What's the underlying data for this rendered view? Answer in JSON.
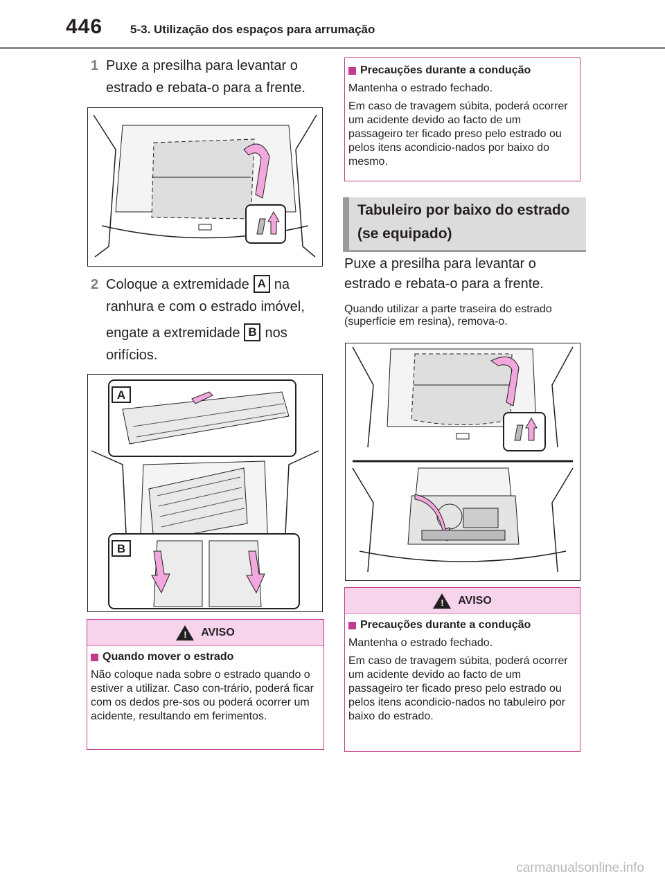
{
  "header": {
    "page_number": "446",
    "section_title": "5-3. Utilização dos espaços para arrumação"
  },
  "left": {
    "step1": {
      "num": "1",
      "text": "Puxe a presilha para levantar o estrado e rebata-o para a frente."
    },
    "step2": {
      "num": "2",
      "part1": "Coloque a extremidade",
      "label_a": "A",
      "part2": "na ranhura e com o estrado imóvel,",
      "part3": "engate a extremidade",
      "label_b": "B",
      "part4": "nos orifícios."
    },
    "figure2": {
      "label_a": "A",
      "label_b": "B"
    },
    "warning": {
      "title": "AVISO",
      "subhead": "Quando mover o estrado",
      "body": "Não coloque nada sobre o estrado quando o estiver a utilizar. Caso con-trário, poderá ficar com os dedos pre-sos ou poderá ocorrer um acidente, resultando em ferimentos."
    }
  },
  "right": {
    "precautions": {
      "subhead": "Precauções durante a condução",
      "line1": "Mantenha o estrado fechado.",
      "line2": "Em caso de travagem súbita, poderá ocorrer um acidente devido ao facto de um passageiro ter ficado preso pelo estrado ou pelos itens acondicio-nados por baixo do mesmo."
    },
    "section_heading": "Tabuleiro por baixo do estrado (se equipado)",
    "intro": "Puxe a presilha para levantar o estrado e rebata-o para a frente.",
    "note": "Quando utilizar a parte traseira do estrado (superfície em resina), remova-o.",
    "warning": {
      "title": "AVISO",
      "subhead": "Precauções durante a condução",
      "line1": "Mantenha o estrado fechado.",
      "line2": "Em caso de travagem súbita, poderá ocorrer um acidente devido ao facto de um passageiro ter ficado preso pelo estrado ou pelos itens acondicio-nados no tabuleiro por baixo do estrado."
    }
  },
  "footer": {
    "watermark": "carmanualsonline.info"
  },
  "colors": {
    "accent": "#c23b8c",
    "warning_fill": "#f6d4ec",
    "gray_bar": "#dcdcdc"
  }
}
